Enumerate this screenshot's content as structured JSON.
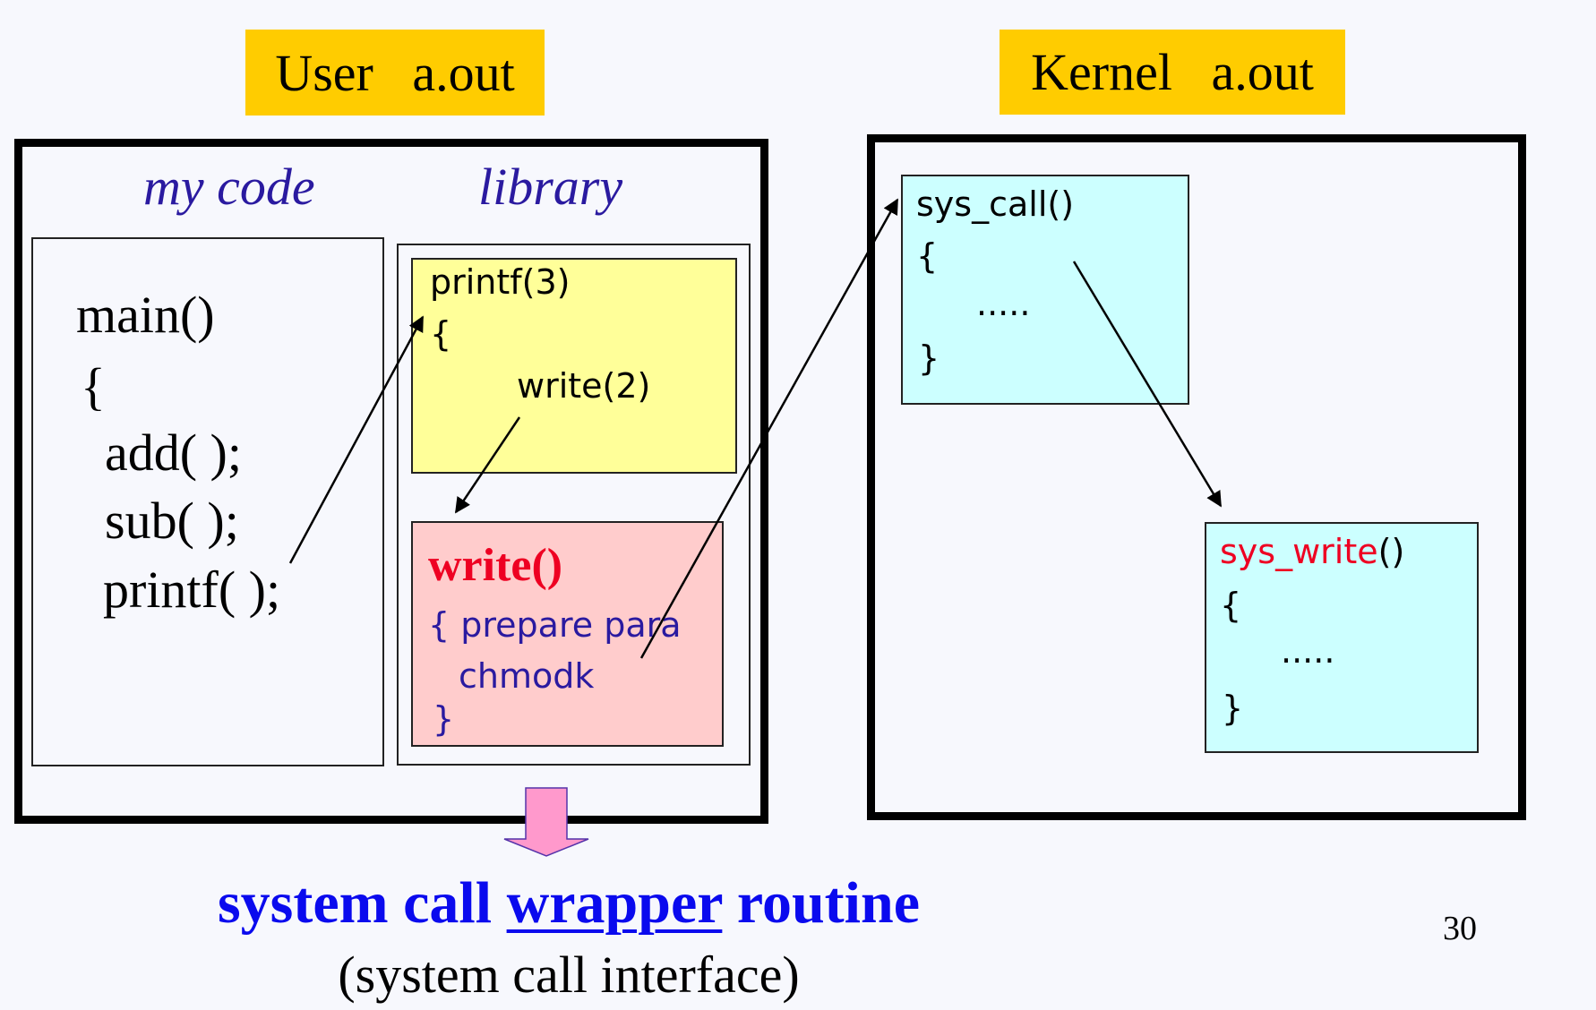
{
  "labels": {
    "user": "User   a.out",
    "kernel": "Kernel   a.out"
  },
  "user_space": {
    "my_code_title": "my code",
    "library_title": "library",
    "my_code_lines": [
      "main()",
      "{",
      "add( );",
      "sub( );",
      "printf( );"
    ],
    "printf_box": {
      "title": "printf(3)",
      "open_brace": "{",
      "body": "write(2)"
    },
    "write_box": {
      "title": "write()",
      "line1": "{ prepare para",
      "line2": "chmodk",
      "close_brace": "}"
    }
  },
  "kernel_space": {
    "sys_call_box": {
      "title": "sys_call()",
      "open_brace": "{",
      "body": ".....",
      "close_brace": "}"
    },
    "sys_write_box": {
      "title_red": "sys_write",
      "title_suffix": "()",
      "open_brace": "{",
      "body": ".....",
      "close_brace": "}"
    }
  },
  "caption": {
    "title_part1": "system call ",
    "title_underlined": "wrapper",
    "title_part2": " routine",
    "subtitle": "(system call interface)"
  },
  "page_number": "30",
  "colors": {
    "label_bg": "#ffcc00",
    "printf_box_bg": "#ffff99",
    "write_box_bg": "#ffcccc",
    "kernel_box_bg": "#ccffff",
    "accent_blue": "#0a0aee",
    "accent_red": "#ee0022",
    "arrow_pink": "#ff99cc"
  },
  "flows": [
    {
      "from": "printf( );",
      "to": "printf(3)"
    },
    {
      "from": "write(2)",
      "to": "write()"
    },
    {
      "from": "write()",
      "to": "sys_call()"
    },
    {
      "from": "sys_call()",
      "to": "sys_write()"
    }
  ]
}
